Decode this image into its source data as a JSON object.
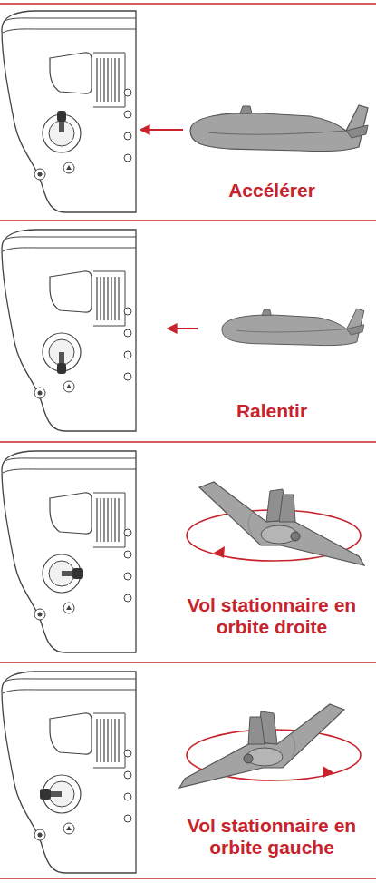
{
  "diagram": {
    "labels": [
      "Accélérer",
      "Ralentir",
      "Vol stationnaire en orbite droite",
      "Vol stationnaire en orbite gauche"
    ]
  }
}
